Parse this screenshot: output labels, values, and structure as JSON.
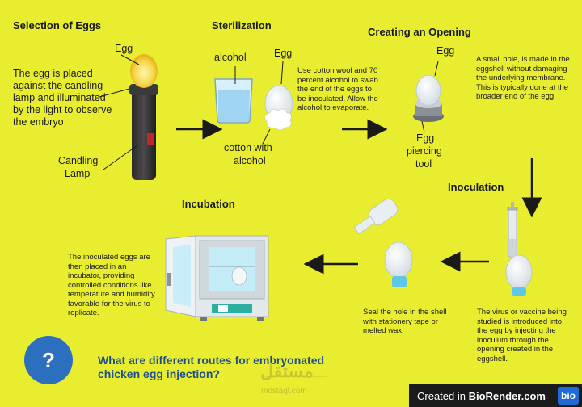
{
  "steps": {
    "selection": {
      "title": "Selection of Eggs",
      "egg_label": "Egg",
      "description": "The egg is placed against the candling lamp and illuminated by the light to observe the embryo",
      "lamp_label_1": "Candling",
      "lamp_label_2": "Lamp"
    },
    "sterilization": {
      "title": "Sterilization",
      "alcohol_label": "alcohol",
      "egg_label": "Egg",
      "cotton_label_1": "cotton with",
      "cotton_label_2": "alcohol",
      "description": "Use cotton wool and 70 percent alcohol to swab the end of the eggs to be inoculated. Allow the alcohol to evaporate."
    },
    "opening": {
      "title": "Creating an Opening",
      "egg_label": "Egg",
      "tool_label_1": "Egg",
      "tool_label_2": "piercing",
      "tool_label_3": "tool",
      "description": "A small hole, is made in the eggshell without damaging the underlying membrane. This is typically done at the broader end of the egg."
    },
    "inoculation": {
      "title": "Inoculation",
      "description": "The virus or vaccine being studied is introduced into the egg by injecting the inoculum through the opening created in the eggshell."
    },
    "sealing": {
      "description": "Seal the hole in the shell with stationery tape or melted wax."
    },
    "incubation": {
      "title": "Incubation",
      "description": "The inoculated eggs are then placed in an incubator, providing controlled conditions like temperature and humidity favorable for the virus to replicate."
    }
  },
  "question": {
    "icon_text": "?",
    "text_line1": "What are different routes for embryonated",
    "text_line2": "chicken egg injection?"
  },
  "watermark": {
    "arabic": "مستقل",
    "latin": "mostaql.com"
  },
  "badge": {
    "prefix": "Created in ",
    "brand": "BioRender.com",
    "logo": "bio"
  },
  "colors": {
    "background": "#e9ed2f",
    "question_circle": "#2c6fbf",
    "question_text": "#1f4f8a"
  }
}
